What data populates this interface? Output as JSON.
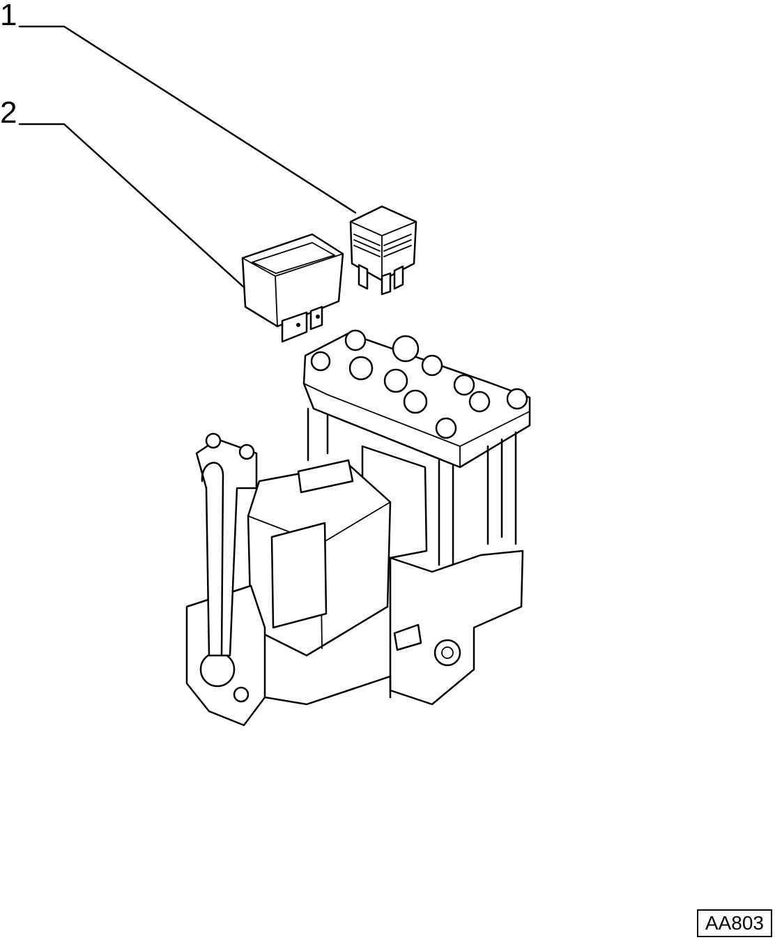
{
  "callouts": [
    {
      "number": "1",
      "part": "relay-small"
    },
    {
      "number": "2",
      "part": "relay-large"
    }
  ],
  "figure_code": "AA803",
  "colors": {
    "line": "#000000",
    "background": "#ffffff"
  }
}
